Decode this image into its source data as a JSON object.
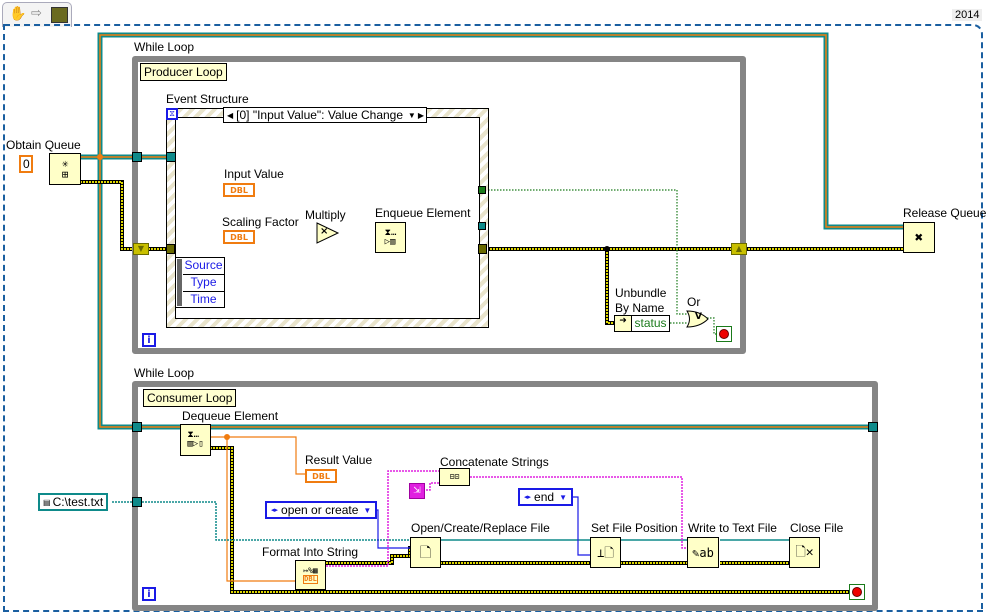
{
  "toolbar": {
    "icons": [
      "hand-tool-icon",
      "arrow-icon",
      "vi-icon"
    ],
    "version": "2014"
  },
  "outer": {
    "obtain_queue": {
      "label": "Obtain Queue",
      "constant": "0"
    },
    "release_queue": {
      "label": "Release Queue"
    },
    "file_path": "C:\\test.txt"
  },
  "producer": {
    "loop_label": "While Loop",
    "loop_name": "Producer Loop",
    "event_structure": {
      "label": "Event Structure",
      "case": "[0] \"Input Value\": Value Change",
      "event_data": [
        "Source",
        "Type",
        "Time"
      ]
    },
    "input_value": {
      "label": "Input Value",
      "type": "DBL"
    },
    "scaling_factor": {
      "label": "Scaling Factor",
      "type": "DBL"
    },
    "multiply": {
      "label": "Multiply",
      "glyph": "×"
    },
    "enqueue": {
      "label": "Enqueue Element"
    },
    "unbundle": {
      "label_line1": "Unbundle",
      "label_line2": "By Name",
      "field": "status"
    },
    "or_gate": {
      "label": "Or",
      "glyph": "V"
    },
    "iteration": "i"
  },
  "consumer": {
    "loop_label": "While Loop",
    "loop_name": "Consumer Loop",
    "dequeue": {
      "label": "Dequeue Element"
    },
    "result_value": {
      "label": "Result Value",
      "type": "DBL"
    },
    "concatenate": {
      "label": "Concatenate Strings"
    },
    "open_mode": "open or create",
    "position_mode": "end",
    "open_file": {
      "label": "Open/Create/Replace File"
    },
    "format_string": {
      "label": "Format Into String",
      "type": "DBL"
    },
    "set_position": {
      "label": "Set File Position"
    },
    "write_file": {
      "label": "Write to Text File"
    },
    "close_file": {
      "label": "Close File"
    },
    "iteration": "i"
  },
  "colors": {
    "queue_wire_orange": "#f07c10",
    "queue_wire_teal": "#0e8a8a",
    "error_wire": "#c9c000",
    "string_wire": "#e020e0",
    "enum_wire": "#1a1ae6",
    "bool_wire": "#1a7a1a",
    "loop_border": "#858585"
  }
}
